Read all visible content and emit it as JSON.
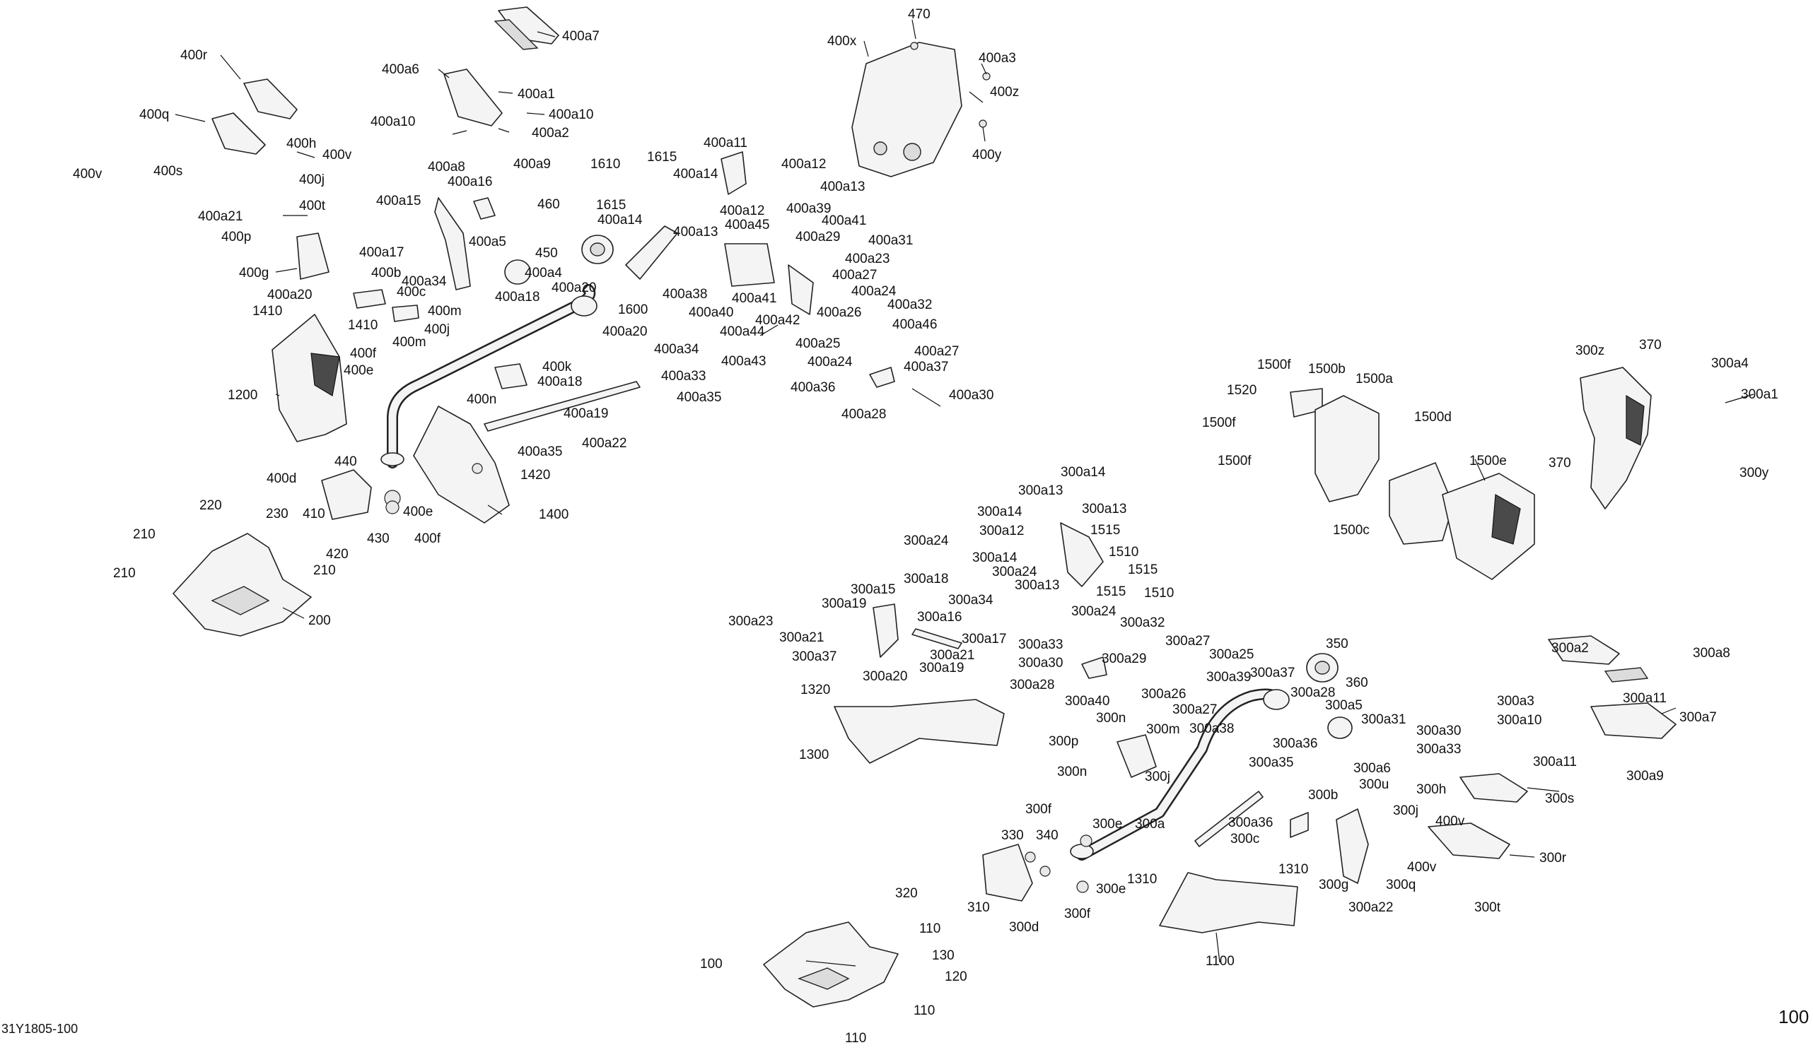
{
  "diagram": {
    "ref_code": "31Y1805-100",
    "page_number": "100",
    "callouts": [
      "470",
      "400x",
      "400a3",
      "400z",
      "400y",
      "400a7",
      "400a6",
      "400a1",
      "400a10",
      "400a2",
      "400a9",
      "400a8",
      "400r",
      "400q",
      "400h",
      "400v",
      "400s",
      "400j",
      "400t",
      "400a21",
      "400a11",
      "400a12",
      "400a13",
      "1610",
      "1615",
      "400a14",
      "400a16",
      "400a15",
      "400a5",
      "400a4",
      "400a17",
      "400a34",
      "400a20",
      "400a18",
      "460",
      "450",
      "400a45",
      "400a39",
      "400a41",
      "400a29",
      "400a31",
      "400a23",
      "400a27",
      "400a24",
      "400a26",
      "400a32",
      "400a46",
      "400a42",
      "400a44",
      "400a43",
      "400a25",
      "400a37",
      "400a36",
      "400a28",
      "400a30",
      "400a33",
      "400a35",
      "400a19",
      "400a22",
      "400a38",
      "400a40",
      "1600",
      "400p",
      "400g",
      "400b",
      "400c",
      "1410",
      "400m",
      "400f",
      "400e",
      "1200",
      "400k",
      "400n",
      "1420",
      "1400",
      "400d",
      "440",
      "410",
      "420",
      "430",
      "220",
      "230",
      "210",
      "200",
      "1500f",
      "1520",
      "1500b",
      "1500a",
      "1500d",
      "1500e",
      "1500c",
      "300z",
      "370",
      "300a4",
      "300a1",
      "300y",
      "300a14",
      "300a13",
      "300a12",
      "300a24",
      "1515",
      "1510",
      "300a18",
      "300a15",
      "300a19",
      "300a16",
      "300a17",
      "300a23",
      "300a21",
      "300a20",
      "300a34",
      "300a33",
      "300a30",
      "300a28",
      "300a29",
      "300a32",
      "300a27",
      "300a25",
      "300a26",
      "300a39",
      "300a37",
      "350",
      "360",
      "300a40",
      "300a38",
      "300n",
      "300m",
      "300p",
      "300j",
      "300a5",
      "300a31",
      "300a36",
      "300a6",
      "300a35",
      "1320",
      "1300",
      "300f",
      "300e",
      "300a",
      "1310",
      "300c",
      "300b",
      "300g",
      "300u",
      "300h",
      "300s",
      "300a22",
      "300r",
      "300q",
      "300t",
      "300a2",
      "300a8",
      "300a3",
      "300a10",
      "300a11",
      "300a7",
      "300a9",
      "330",
      "340",
      "320",
      "310",
      "300d",
      "100",
      "110",
      "130",
      "120",
      "1100"
    ]
  }
}
